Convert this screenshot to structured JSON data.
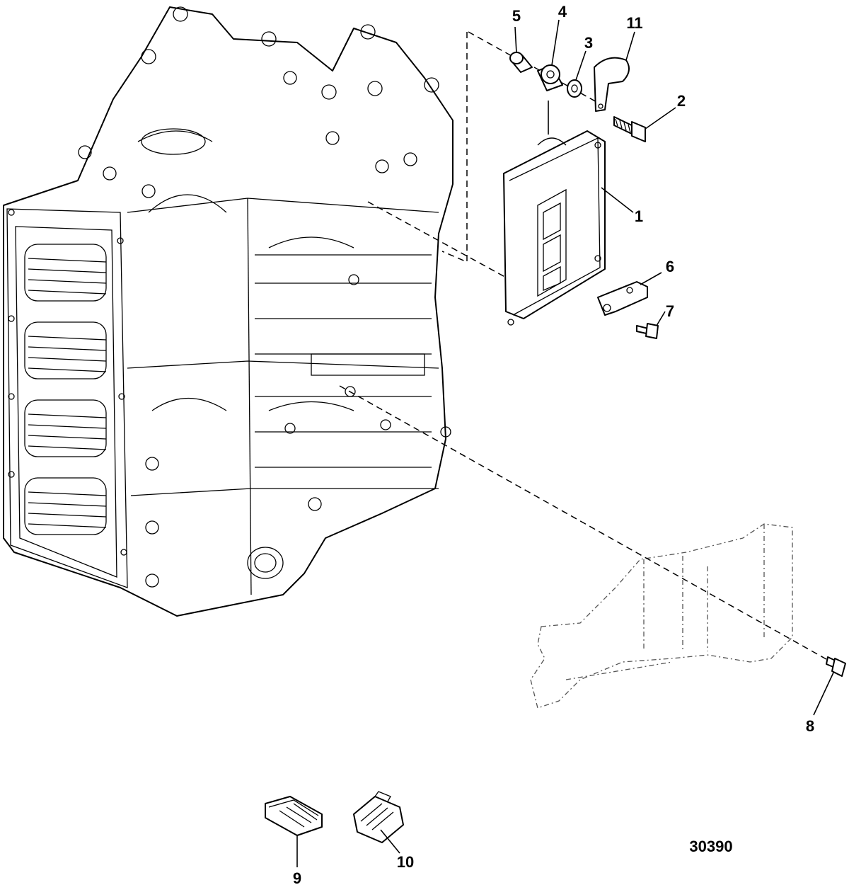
{
  "diagram": {
    "figure_number": "30390",
    "callouts": [
      {
        "id": "c1",
        "label": "1"
      },
      {
        "id": "c2",
        "label": "2"
      },
      {
        "id": "c3",
        "label": "3"
      },
      {
        "id": "c4",
        "label": "4"
      },
      {
        "id": "c5",
        "label": "5"
      },
      {
        "id": "c6",
        "label": "6"
      },
      {
        "id": "c7",
        "label": "7"
      },
      {
        "id": "c8",
        "label": "8"
      },
      {
        "id": "c9",
        "label": "9"
      },
      {
        "id": "c10",
        "label": "10"
      },
      {
        "id": "c11",
        "label": "11"
      }
    ]
  }
}
